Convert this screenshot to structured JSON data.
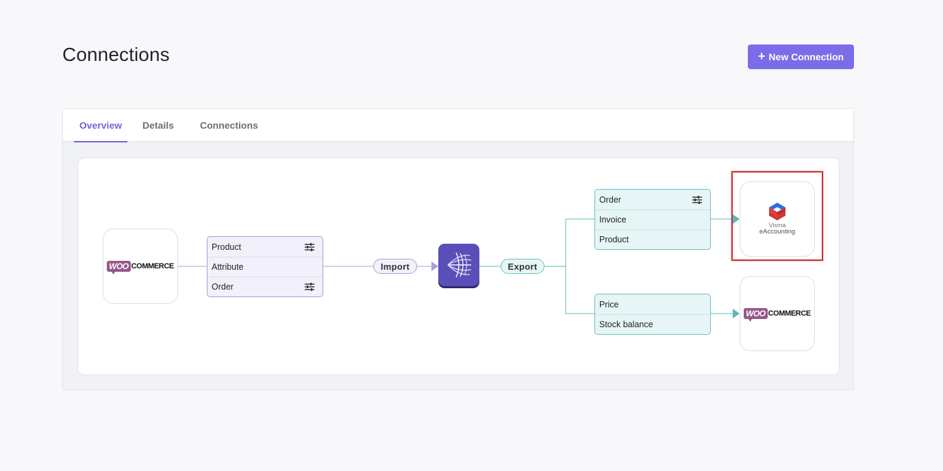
{
  "header": {
    "title": "Connections",
    "new_connection_label": "New Connection"
  },
  "tabs": [
    {
      "label": "Overview",
      "active": true
    },
    {
      "label": "Details",
      "active": false
    },
    {
      "label": "Connections",
      "active": false
    }
  ],
  "flow": {
    "source": {
      "logo_badge": "WOO",
      "logo_text": "COMMERCE"
    },
    "import_items": [
      {
        "label": "Product",
        "has_settings": true
      },
      {
        "label": "Attribute",
        "has_settings": false
      },
      {
        "label": "Order",
        "has_settings": true
      }
    ],
    "import_label": "Import",
    "export_label": "Export",
    "export_group_1": [
      {
        "label": "Order",
        "has_settings": true
      },
      {
        "label": "Invoice",
        "has_settings": false
      },
      {
        "label": "Product",
        "has_settings": false
      }
    ],
    "export_group_2": [
      {
        "label": "Price",
        "has_settings": false
      },
      {
        "label": "Stock balance",
        "has_settings": false
      }
    ],
    "target_1": {
      "brand": "Visma",
      "product": "eAccounting"
    },
    "target_2": {
      "logo_badge": "WOO",
      "logo_text": "COMMERCE"
    }
  },
  "colors": {
    "accent": "#7b6ce9",
    "import_line": "#a89fd9",
    "export_line": "#5bb8b8",
    "hub": "#5a4fb8",
    "highlight": "#d62828"
  }
}
